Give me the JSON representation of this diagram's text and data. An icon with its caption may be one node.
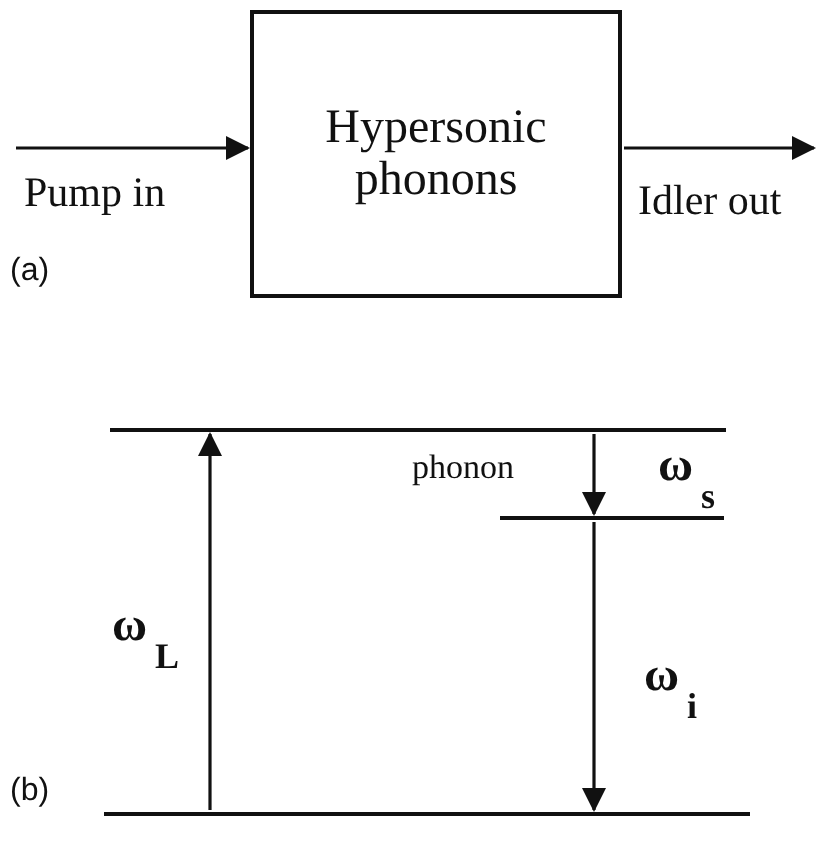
{
  "diagram": {
    "nodes": [
      {
        "text": [
          "Hypersonic phonons"
        ]
      },
      {
        "text": [],
        "shape": "bar"
      },
      {
        "text": [],
        "shape": "bar"
      },
      {
        "text": [],
        "shape": "bar"
      }
    ],
    "edges": [
      {
        "from": null,
        "to": 0,
        "arrow": "to",
        "label": "Pump in"
      },
      {
        "from": 0,
        "to": null,
        "arrow": "to",
        "label": "Idler out"
      },
      {
        "from": 3,
        "to": 1,
        "arrow": "to",
        "label": "ω$_{L}$"
      },
      {
        "from": 1,
        "to": 2,
        "arrow": "to",
        "label": "phonon"
      },
      {
        "from": 2,
        "to": 3,
        "arrow": "to",
        "label": "ω$_{i}$"
      }
    ],
    "labels": [
      "(a)",
      "ω$_{s}$",
      "(b)"
    ]
  }
}
